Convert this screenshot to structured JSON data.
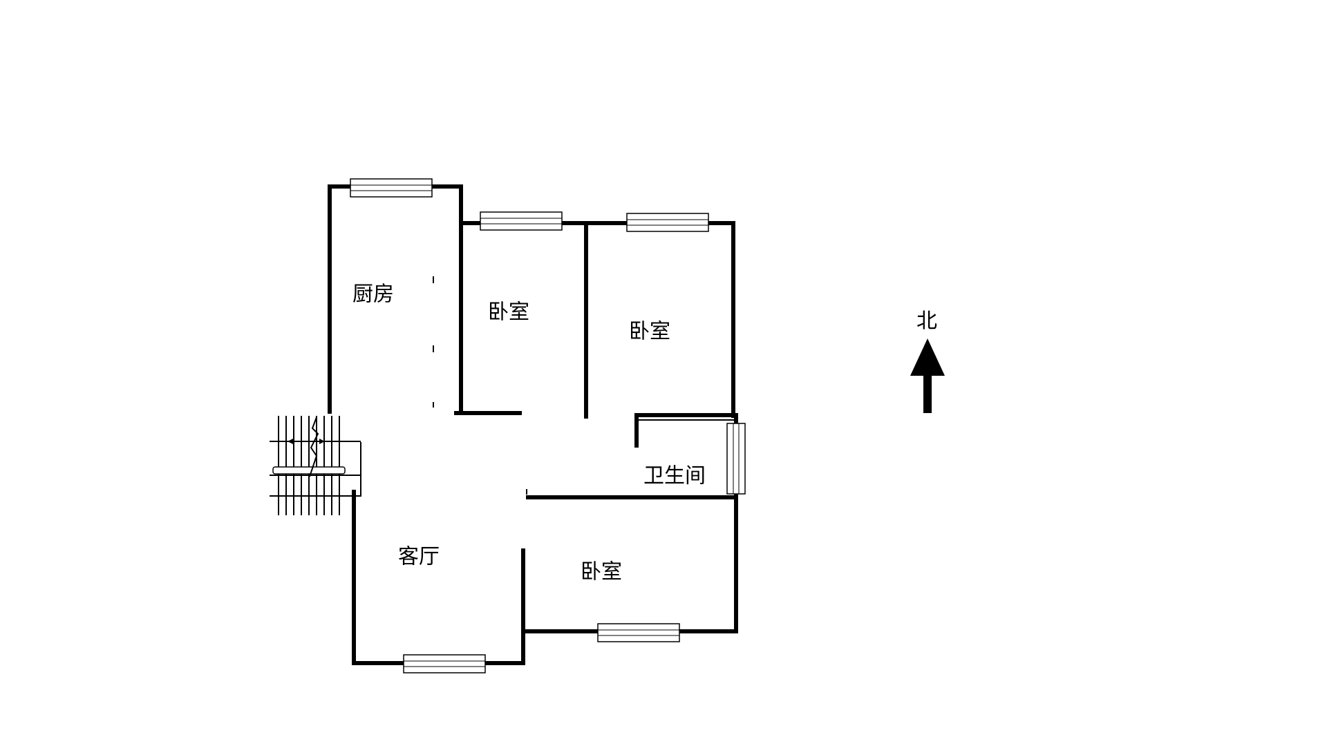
{
  "rooms": {
    "kitchen": "厨房",
    "bedroom_north_left": "卧室",
    "bedroom_north_right": "卧室",
    "bathroom": "卫生间",
    "living_room": "客厅",
    "bedroom_south": "卧室"
  },
  "compass": {
    "label": "北",
    "icon": "north-arrow-icon"
  },
  "colors": {
    "wall": "#000000",
    "background": "#ffffff"
  }
}
